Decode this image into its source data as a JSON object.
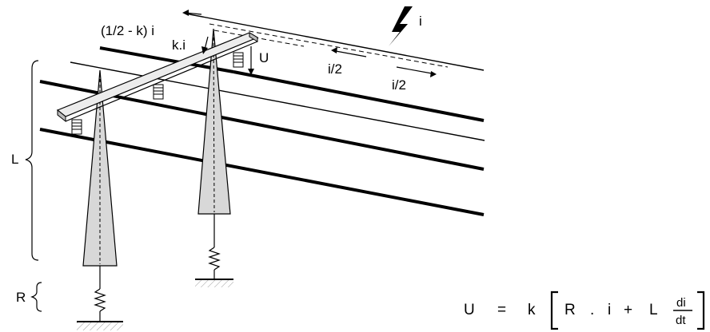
{
  "labels": {
    "current": "i",
    "split_left": "(1/2 - k) i",
    "split_ground": "k.i",
    "voltage": "U",
    "half_a": "i/2",
    "half_b": "i/2",
    "inductance": "L",
    "resistance": "R"
  },
  "equation": {
    "lhs": "U",
    "equals": "=",
    "coef": "k",
    "r": "R",
    "dot": ".",
    "i": "i",
    "plus": "+",
    "l": "L",
    "num": "di",
    "den": "dt"
  }
}
